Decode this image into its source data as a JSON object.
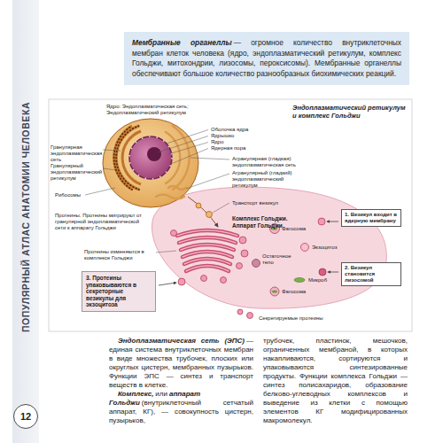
{
  "diagram": {
    "title": "Эндоплазматический ретикулум и комплекс Гольджи",
    "nodes": [
      {
        "text": [
          "ПОПУЛЯРНЫЙ АТЛАС АНАТОМИИ ЧЕЛОВЕКА"
        ]
      },
      {
        "text": [
          "Мембранные органеллы",
          "— огромное количество внутриклеточных мембран клеток человека (ядро, эндоплазматический ретикулум, комплекс Гольджи, митохондрии, лизосомы, пероксисомы). Мембранные органеллы обеспечивают большое количество разнообразных биохимических реакций."
        ]
      },
      {
        "text": [
          "1. Везикул входит в ядерную мембрану"
        ]
      },
      {
        "text": [
          "2. Везикул становится лизосомой"
        ]
      },
      {
        "text": [
          "3. Протеины упаковываются в секреторные везикулы для экзоцитоза"
        ]
      },
      {
        "text": [
          "12"
        ]
      }
    ],
    "labels": [
      "Ядро: Эндоплазматическая сеть; Эндоплазматический ретикулум",
      "Оболочка ядра",
      "Ядрышко",
      "Ядро",
      "Ядерная пора",
      "Гранулярная эндоплазматическая сеть",
      "Гранулярный эндоплазматический ретикулум",
      "Агранулярная (гладкая) эндоплазматическая сеть",
      "Агранулярный (гладкий) эндоплазматический ретикулум",
      "Рибосомы",
      "Транспорт везикул",
      "Протеины. Протеины мигрируют от гранулярной эндоплазматической сети к аппарату Гольджи",
      "Комплекс Гольджи. Аппарат Гольджи",
      "Фагосома",
      "Экзоцитоз",
      "Протеины изменяются в комплексе Гольджи",
      "Остаточное тело",
      "Микроб",
      "Фагосома",
      "Секретируемые протеины",
      "Эндоплазматическая сеть (ЭПС)",
      "— единая система внутриклеточных мембран в виде множества трубочек, плоских или округлых цистерн, мембранных пузырьков. Функции ЭПС — синтез и транспорт веществ в клетке.",
      "Комплекс,",
      "или",
      "аппарат Гольджи",
      "(внутриклеточный сетчатый аппарат, КГ), — совокупность цистерн, пузырьков,",
      "трубочек, пластинок, мешочков, ограниченных мембраной, в которых накапливаются, сортируются и упаковываются синтезированные продукты. Функции комплекса Гольджи — синтез полисахаридов, образование белково-углеводных комплексов и выведение из клетки с помощью элементов КГ модифицированных макромолекул."
    ]
  }
}
